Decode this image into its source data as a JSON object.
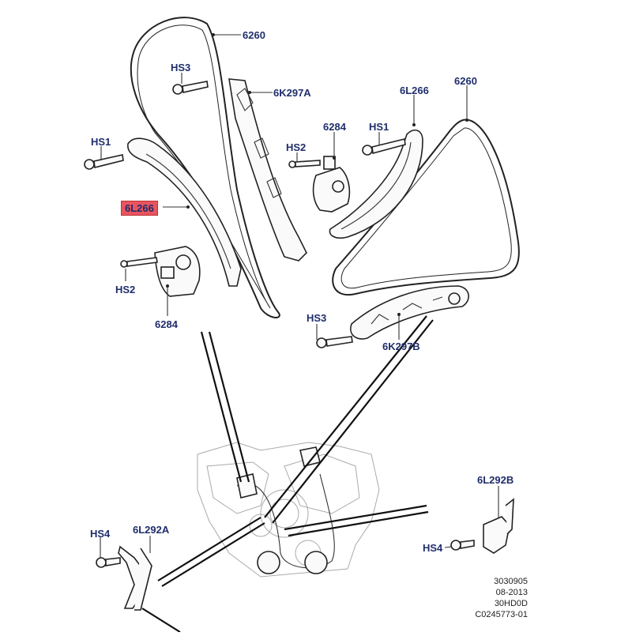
{
  "labels": {
    "chain_upper": "6260",
    "chain_right": "6260",
    "bolt_hs3_top": "HS3",
    "guide_6k297a": "6K297A",
    "guide_6l266_right": "6L266",
    "tensioner_top": "6284",
    "bolt_hs1_left": "HS1",
    "bolt_hs1_right": "HS1",
    "bolt_hs2_top": "HS2",
    "guide_6l266_left": "6L266",
    "bolt_hs2_left": "HS2",
    "tensioner_left": "6284",
    "bolt_hs3_bottom": "HS3",
    "guide_6k297b": "6K297B",
    "bracket_6l292b": "6L292B",
    "bolt_hs4_left": "HS4",
    "bracket_6l292a": "6L292A",
    "bolt_hs4_right": "HS4"
  },
  "reference": {
    "line1": "3030905",
    "line2": "08-2013",
    "line3": "30HD0D",
    "line4": "C0245773-01"
  },
  "colors": {
    "label_text": "#1f2d6b",
    "highlight": "#e8545f",
    "line": "#222222"
  }
}
